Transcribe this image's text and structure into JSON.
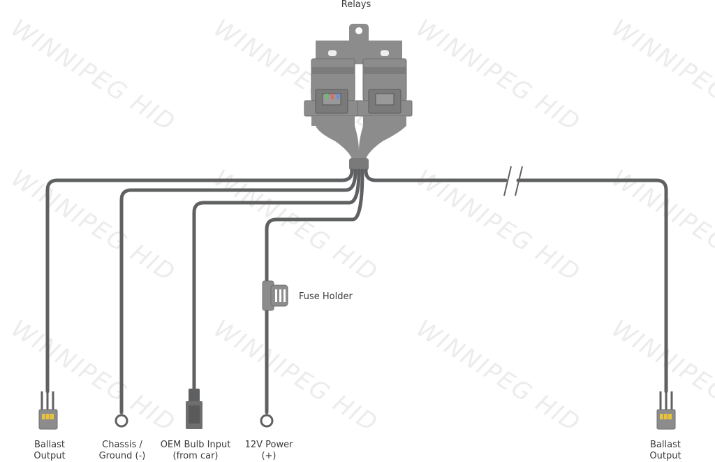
{
  "title": "Relays",
  "watermark": "WINNIPEG HID",
  "fuse_label": "Fuse Holder",
  "connectors": [
    {
      "id": "ballast-left",
      "line1": "Ballast",
      "line2": "Output"
    },
    {
      "id": "chassis",
      "line1": "Chassis /",
      "line2": "Ground (-)"
    },
    {
      "id": "oem",
      "line1": "OEM Bulb Input",
      "line2": "(from car)"
    },
    {
      "id": "power",
      "line1": "12V Power",
      "line2": "(+)"
    },
    {
      "id": "ballast-right",
      "line1": "Ballast",
      "line2": "Output"
    }
  ],
  "colors": {
    "wire": "#5f6062",
    "relay": "#8c8c8c",
    "relay_dark": "#6e6e6e",
    "plug": "#e8c23a",
    "text": "#3a3a3a"
  }
}
